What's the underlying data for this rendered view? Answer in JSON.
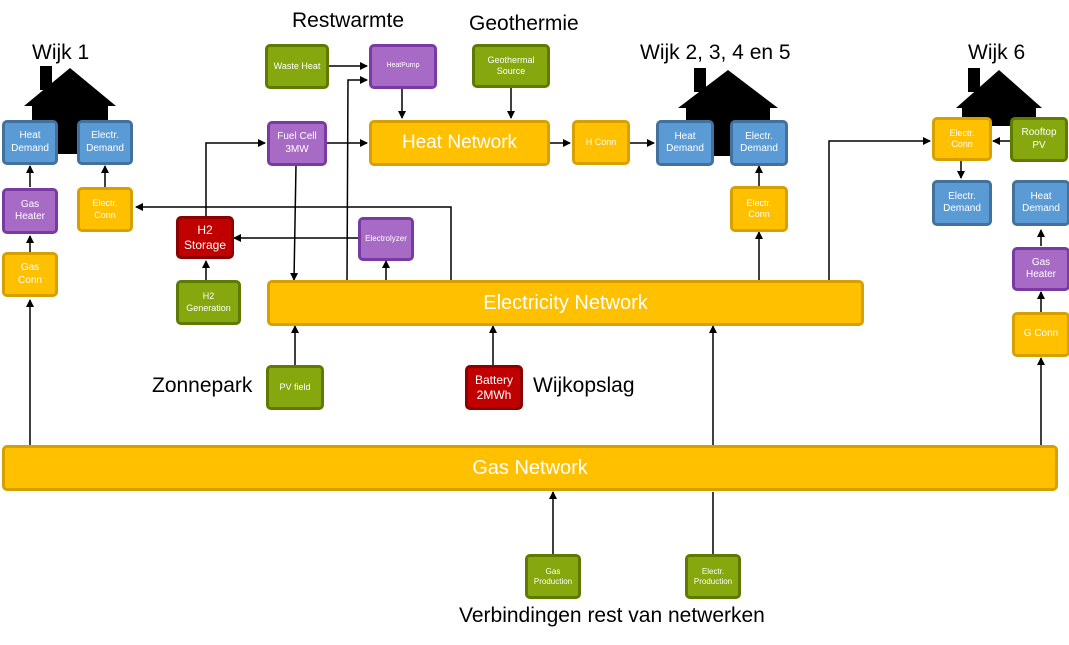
{
  "labels": {
    "wijk1": "Wijk 1",
    "restwarmte": "Restwarmte",
    "geothermie": "Geothermie",
    "wijk2345": "Wijk 2, 3, 4 en 5",
    "wijk6": "Wijk 6",
    "zonnepark": "Zonnepark",
    "wijkopslag": "Wijkopslag",
    "footer": "Verbindingen rest van netwerken"
  },
  "nodes": {
    "w1_heat_demand": "Heat\nDemand",
    "w1_electr_demand": "Electr.\nDemand",
    "w1_gas_heater": "Gas\nHeater",
    "w1_electr_conn": "Electr.\nConn",
    "w1_gas_conn": "Gas\nConn",
    "h2_storage": "H2\nStorage",
    "h2_generation": "H2\nGeneration",
    "waste_heat": "Waste Heat",
    "heatpump": "HeatPump",
    "geothermal_source": "Geothermal\nSource",
    "fuel_cell": "Fuel Cell\n3MW",
    "heat_network": "Heat Network",
    "h_conn": "H Conn",
    "w2_heat_demand": "Heat\nDemand",
    "w2_electr_demand": "Electr.\nDemand",
    "w2_electr_conn": "Electr.\nConn",
    "electrolyzer": "Electrolyzer",
    "electricity_network": "Electricity Network",
    "pv_field": "PV field",
    "battery": "Battery\n2MWh",
    "w6_electr_conn": "Electr.\nConn",
    "rooftop_pv": "Rooftop\nPV",
    "w6_electr_demand": "Electr.\nDemand",
    "w6_heat_demand": "Heat\nDemand",
    "w6_gas_heater": "Gas\nHeater",
    "g_conn": "G Conn",
    "gas_network": "Gas Network",
    "gas_production": "Gas\nProduction",
    "electr_production": "Electr.\nProduction"
  },
  "colors": {
    "demand": "#5b9bd5",
    "connection_network": "#ffc000",
    "converter": "#a86bc5",
    "source": "#86a70d",
    "storage": "#c00000",
    "house": "#000000",
    "arrow": "#000000"
  },
  "icons": [
    "house-icon"
  ]
}
